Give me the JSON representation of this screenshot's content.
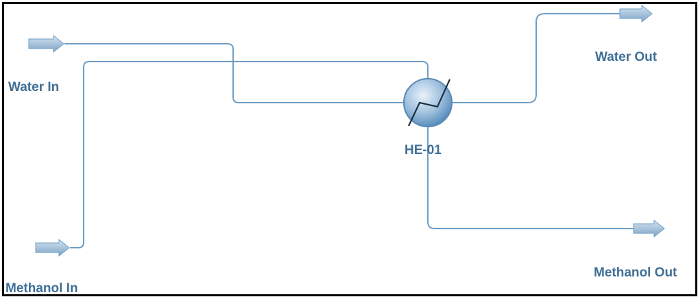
{
  "diagram": {
    "streams": {
      "water_in": "Water In",
      "methanol_in": "Methanol In",
      "water_out": "Water Out",
      "methanol_out": "Methanol Out"
    },
    "equipment": {
      "heat_exchanger": "HE-01"
    }
  }
}
